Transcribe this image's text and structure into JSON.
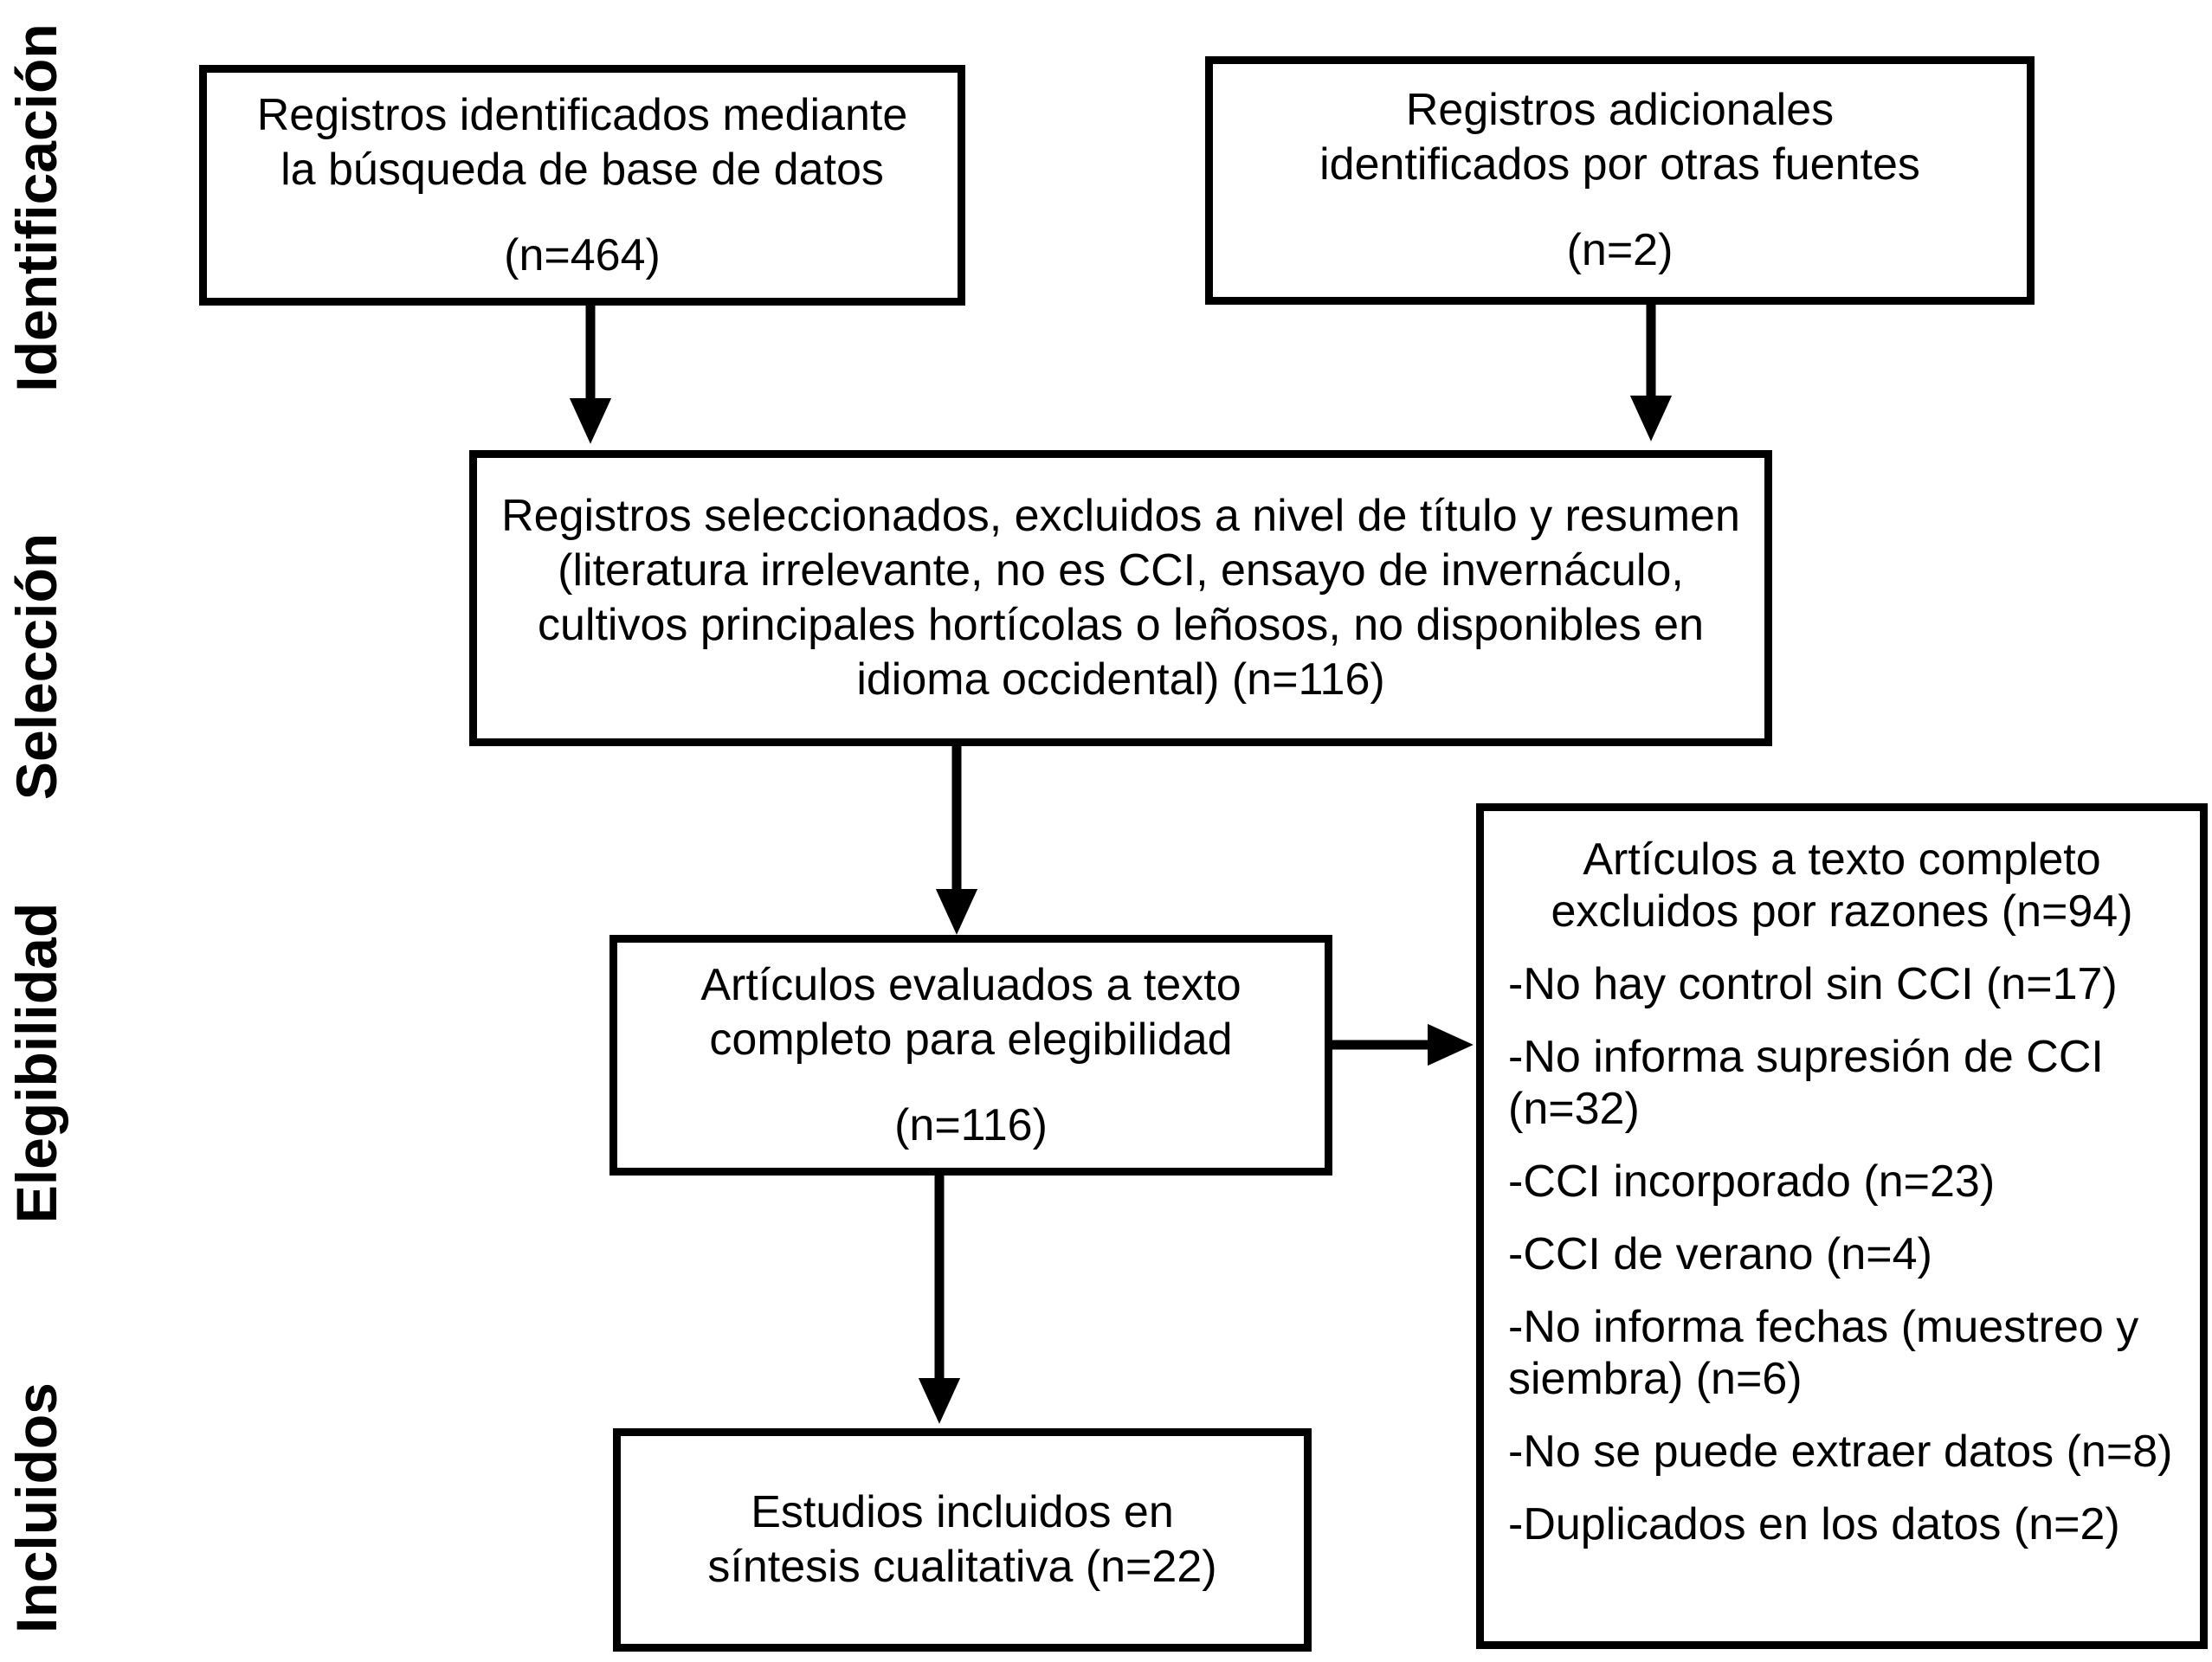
{
  "diagram": {
    "type": "prisma-flowchart",
    "colors": {
      "foreground": "#000000",
      "background": "#ffffff"
    },
    "stages": [
      "Identificación",
      "Selección",
      "Elegibilidad",
      "Incluidos"
    ],
    "boxes": {
      "identified_db": {
        "lines": [
          "Registros identificados mediante",
          "la búsqueda de base de datos"
        ],
        "count": "(n=464)"
      },
      "identified_other": {
        "lines": [
          "Registros adicionales",
          "identificados por otras fuentes"
        ],
        "count": "(n=2)"
      },
      "screened": {
        "text": "Registros seleccionados, excluidos a nivel de título y resumen (literatura irrelevante, no es CCI, ensayo de invernáculo, cultivos principales hortícolas o leñosos, no disponibles en idioma occidental) (n=116)"
      },
      "fulltext": {
        "lines": [
          "Artículos evaluados a texto",
          "completo para elegibilidad"
        ],
        "count": "(n=116)"
      },
      "included": {
        "lines": [
          "Estudios incluidos en",
          "síntesis cualitativa (n=22)"
        ]
      },
      "excluded": {
        "title": "Artículos a texto completo excluidos por razones (n=94)",
        "items": [
          "-No hay control sin CCI (n=17)",
          "-No informa supresión de CCI (n=32)",
          "-CCI incorporado (n=23)",
          "-CCI de verano (n=4)",
          "-No informa fechas (muestreo y siembra) (n=6)",
          "-No se puede extraer datos (n=8)",
          "-Duplicados en los datos (n=2)"
        ]
      }
    }
  }
}
